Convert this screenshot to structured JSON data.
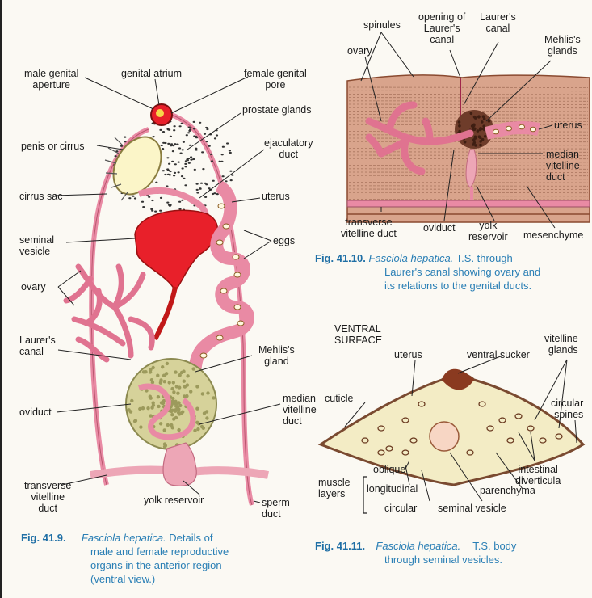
{
  "fig9": {
    "labels": {
      "male_genital_aperture": "male genital\naperture",
      "genital_atrium": "genital atrium",
      "female_genital_pore": "female genital\npore",
      "prostate_glands": "prostate glands",
      "penis_or_cirrus": "penis or cirrus",
      "ejaculatory_duct": "ejaculatory\nduct",
      "cirrus_sac": "cirrus sac",
      "uterus": "uterus",
      "seminal_vesicle": "seminal\nvesicle",
      "eggs": "eggs",
      "ovary": "ovary",
      "laurers_canal": "Laurer's\ncanal",
      "mehliss_gland": "Mehlis's\ngland",
      "oviduct": "oviduct",
      "median_vitelline_duct": "median\nvitelline\nduct",
      "transverse_vitelline_duct": "transverse\nvitelline\nduct",
      "yolk_reservoir": "yolk reservoir",
      "sperm_duct": "sperm\nduct"
    },
    "caption": {
      "number": "Fig. 41.9.",
      "species": "Fasciola hepatica.",
      "text_line1": "Details of",
      "text_line2": "male and female reproductive",
      "text_line3": "organs in the anterior region",
      "text_line4": "(ventral view.)"
    }
  },
  "fig10": {
    "labels": {
      "spinules": "spinules",
      "opening_laurers_canal": "opening of\nLaurer's\ncanal",
      "laurers_canal": "Laurer's\ncanal",
      "ovary": "ovary",
      "mehliss_glands": "Mehlis's\nglands",
      "uterus": "uterus",
      "median_vitelline_duct": "median\nvitelline\nduct",
      "transverse_vitelline_duct": "transverse\nvitelline duct",
      "oviduct": "oviduct",
      "yolk_reservoir": "yolk\nreservoir",
      "mesenchyme": "mesenchyme"
    },
    "caption": {
      "number": "Fig. 41.10.",
      "species": "Fasciola hepatica.",
      "text_line1": "T.S. through",
      "text_line2": "Laurer's canal showing ovary and",
      "text_line3": "its relations to the genital ducts."
    }
  },
  "fig11": {
    "labels": {
      "ventral_surface": "VENTRAL\nSURFACE",
      "uterus": "uterus",
      "ventral_sucker": "ventral sucker",
      "vitelline_glands": "vitelline\nglands",
      "cuticle": "cuticle",
      "circular_spines": "circular\nspines",
      "intestinal_diverticula": "intestinal\ndiverticula",
      "muscle_layers": "muscle\nlayers",
      "oblique": "oblique",
      "longitudinal": "longitudinal",
      "circular": "circular",
      "seminal_vesicle": "seminal vesicle",
      "parenchyma": "parenchyma"
    },
    "caption": {
      "number": "Fig. 41.11.",
      "species": "Fasciola hepatica.",
      "text_line1": "T.S. body",
      "text_line2": "through seminal vesicles."
    }
  },
  "colors": {
    "organ_pink": "#e98aa4",
    "seminal_red": "#e8202a",
    "gland_olive": "#b7b47a",
    "tissue_tan": "#d9a48c",
    "parenchyma_cream": "#f3ecc5",
    "caption_blue": "#2a7fb5"
  }
}
